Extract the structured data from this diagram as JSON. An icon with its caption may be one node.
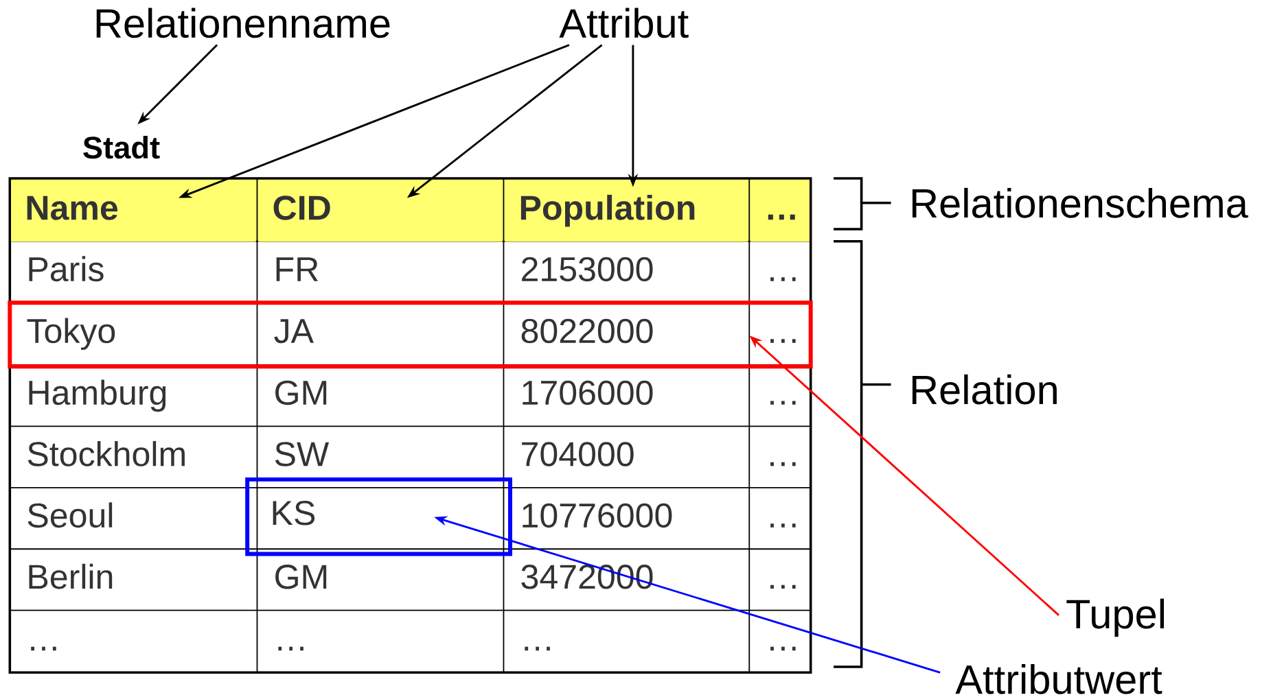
{
  "diagram": {
    "nodes": [
      {
        "text": [
          "Relationenname"
        ]
      },
      {
        "text": [
          "Stadt"
        ]
      },
      {
        "text": [
          "Attribut"
        ]
      },
      {
        "text": [
          "Name"
        ]
      },
      {
        "text": [
          "CID"
        ]
      },
      {
        "text": [
          "Population"
        ]
      },
      {
        "text": [
          "…"
        ]
      },
      {
        "text": [],
        "shape": "box"
      },
      {
        "text": [
          "KS"
        ]
      },
      {
        "text": [
          "Tupel"
        ]
      },
      {
        "text": [
          "Attributwert"
        ]
      }
    ],
    "edges": [
      {
        "from": 0,
        "to": 1,
        "arrow": "to"
      },
      {
        "from": 2,
        "to": 3,
        "arrow": "to"
      },
      {
        "from": 2,
        "to": 4,
        "arrow": "to"
      },
      {
        "from": 2,
        "to": 5,
        "arrow": "to"
      },
      {
        "from": 9,
        "to": 7,
        "arrow": "to",
        "color": "#ff0000"
      },
      {
        "from": 10,
        "to": 8,
        "arrow": "to",
        "color": "#0000ff"
      }
    ],
    "labels": [
      "Paris",
      "FR",
      "2153000",
      "…",
      "Tokyo",
      "JA",
      "8022000",
      "…",
      "Hamburg",
      "GM",
      "1706000",
      "…",
      "Stockholm",
      "SW",
      "704000",
      "…",
      "Seoul",
      "10776000",
      "…",
      "Berlin",
      "GM",
      "3472000",
      "…",
      "…",
      "…",
      "…",
      "…",
      "Relationenschema",
      "Relation"
    ]
  }
}
